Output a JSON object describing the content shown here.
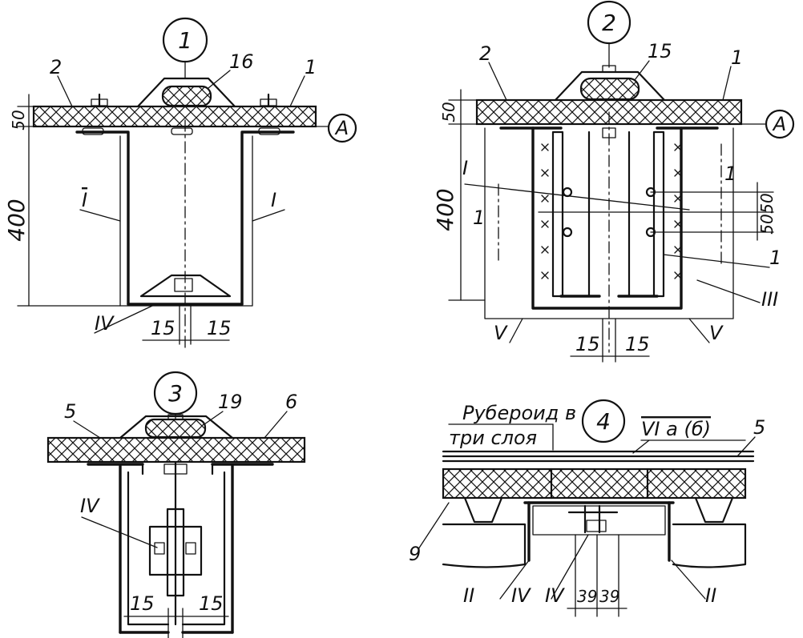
{
  "details": {
    "d1": {
      "marker": "1",
      "callouts": {
        "left": "2",
        "gasket": "16",
        "right": "1"
      },
      "dim_thickness": "50",
      "dim_height": "400",
      "axis": "A",
      "section_left": "I",
      "section_right": "I",
      "section_bottom": "IV",
      "gap_left": "15",
      "gap_right": "15"
    },
    "d2": {
      "marker": "2",
      "callouts": {
        "left": "2",
        "gasket": "15",
        "right": "1"
      },
      "dim_thickness": "50",
      "dim_height": "400",
      "axis": "A",
      "section_top_left": "I",
      "dim_spacing_1": "50",
      "dim_spacing_2": "50",
      "section_right_1": "1",
      "section_right_2": "III",
      "section_bottom_left": "V",
      "section_bottom_right": "V",
      "gap_left": "15",
      "gap_right": "15",
      "side_left": "1",
      "side_right": "1"
    },
    "d3": {
      "marker": "3",
      "callouts": {
        "left": "5",
        "gasket": "19",
        "right": "6"
      },
      "section_left": "IV",
      "gap_left": "15",
      "gap_right": "15"
    },
    "d4": {
      "marker": "4",
      "note_line1": "Рубероид в",
      "note_line2": "три слоя",
      "section_top": "VI a (б)",
      "callout_right": "5",
      "callout_left": "9",
      "section_bottom_left": "II",
      "section_bottom_mid1": "IV",
      "section_bottom_mid2": "IV",
      "section_bottom_right": "II",
      "gap_left": "39",
      "gap_right": "39"
    }
  }
}
